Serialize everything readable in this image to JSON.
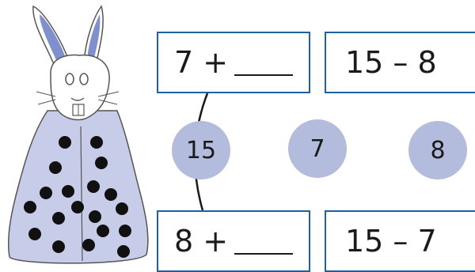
{
  "equations": {
    "top_left": {
      "text": "7 +"
    },
    "top_right": {
      "text": "15 – 8"
    },
    "bottom_left": {
      "text": "8 +"
    },
    "bottom_right": {
      "text": "15 – 7"
    }
  },
  "circles": {
    "whole": "15",
    "part_a": "7",
    "part_b": "8"
  },
  "colors": {
    "box_border": "#1f5fa3",
    "circle_fill": "#b4bcdd",
    "ear_inner": "#8090cc",
    "body_fill": "#c7cde8"
  },
  "illustration": {
    "subject": "rabbit-with-dots",
    "dot_count": 19
  }
}
